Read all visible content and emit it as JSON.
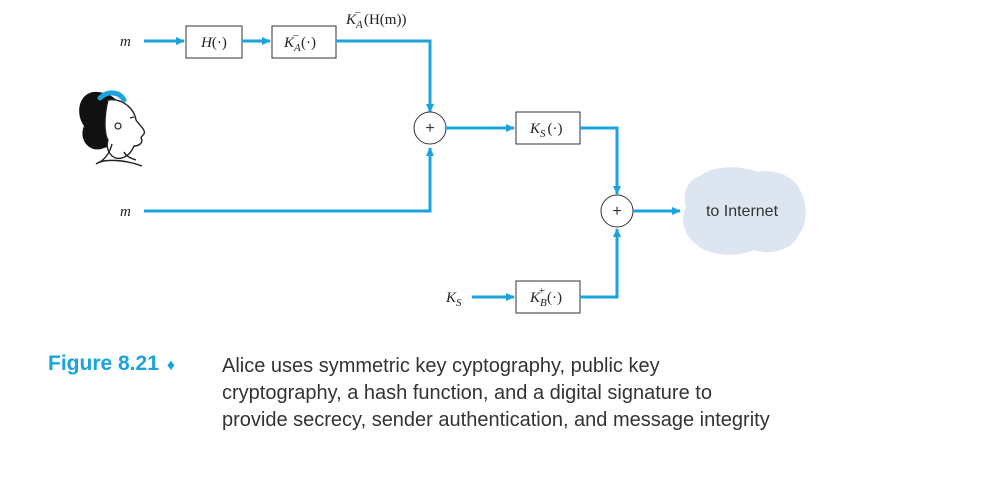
{
  "diagram": {
    "inputs": {
      "m_top": "m",
      "m_bottom": "m",
      "ks_input": "K",
      "ks_input_sub": "S"
    },
    "boxes": {
      "hash": {
        "fn": "H",
        "arg": "(·)"
      },
      "ka_minus": {
        "fn": "K",
        "sub": "A",
        "sup": "−",
        "arg": "(·)"
      },
      "ks": {
        "fn": "K",
        "sub": "S",
        "arg": "(·)"
      },
      "kb_plus": {
        "fn": "K",
        "sub": "B",
        "sup": "+",
        "arg": "(·)"
      }
    },
    "signature_label": {
      "fn": "K",
      "sub": "A",
      "sup": "−",
      "arg": "(H(m))"
    },
    "combiners": {
      "symbol": "+"
    },
    "internet": "to Internet"
  },
  "caption": {
    "figure": "Figure 8.21",
    "bullet": "♦",
    "lines": [
      "Alice uses symmetric key cyptography, public key",
      "cryptography, a hash function, and a digital signature to",
      "provide secrecy, sender authentication, and message integrity"
    ]
  },
  "colors": {
    "arrow": "#1aa3dd",
    "caption_head": "#1aa3dd",
    "cloud": "#dde6f0",
    "box_border": "#333333"
  }
}
